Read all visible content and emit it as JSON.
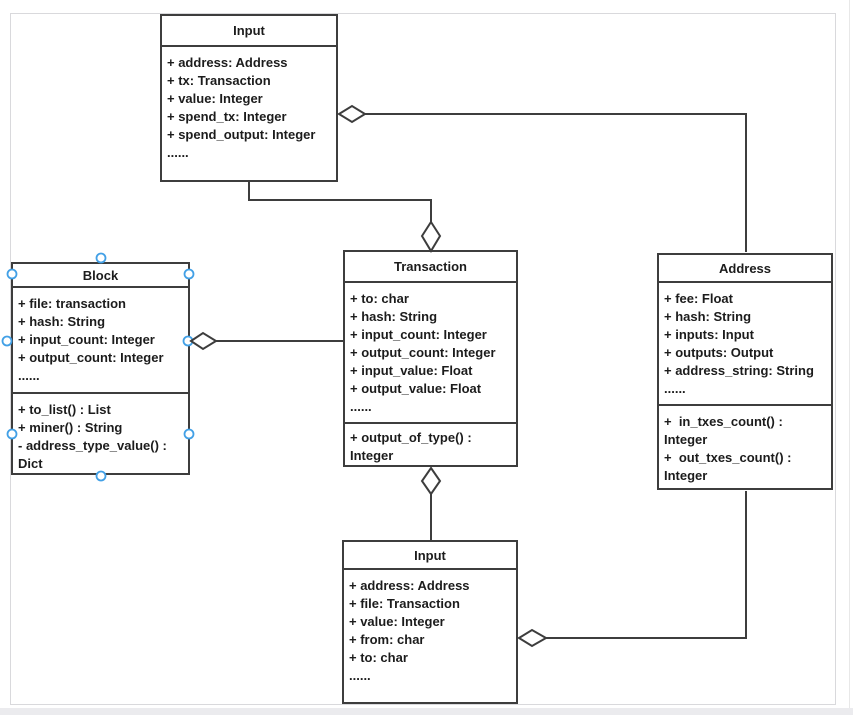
{
  "theme": {
    "stroke_color": "#3d3d3d",
    "text_color": "#1c1c1c",
    "selection_handle_color": "#42a0e6",
    "page_border_color": "#d9d9dc",
    "scrollbar_track_color": "#ebebee"
  },
  "diagram": {
    "classes": [
      {
        "id": "input-top",
        "title": "Input",
        "attributes": [
          "+ address: Address",
          "+ tx: Transaction",
          "+ value: Integer",
          "+ spend_tx: Integer",
          "+ spend_output: Integer",
          "......"
        ],
        "methods": []
      },
      {
        "id": "block",
        "title": "Block",
        "selected": true,
        "attributes": [
          "+ file: transaction",
          "+ hash: String",
          "+ input_count: Integer",
          "+ output_count: Integer",
          "......"
        ],
        "methods": [
          "+ to_list() : List",
          "+ miner() : String",
          "- address_type_value() :",
          "Dict"
        ]
      },
      {
        "id": "transaction",
        "title": "Transaction",
        "attributes": [
          "+ to: char",
          "+ hash: String",
          "+ input_count: Integer",
          "+ output_count: Integer",
          "+ input_value: Float",
          "+ output_value: Float",
          "......"
        ],
        "methods": [
          "+ output_of_type() :",
          "Integer"
        ]
      },
      {
        "id": "address",
        "title": "Address",
        "attributes": [
          "+ fee: Float",
          "+ hash: String",
          "+ inputs: Input",
          "+ outputs: Output",
          "+ address_string: String",
          "......"
        ],
        "methods": [
          "+  in_txes_count() :",
          "Integer",
          "+  out_txes_count() :",
          "Integer"
        ]
      },
      {
        "id": "input-bottom",
        "title": "Input",
        "attributes": [
          "+ address: Address",
          "+ file: Transaction",
          "+ value: Integer",
          "+ from: char",
          "+ to: char",
          "......"
        ],
        "methods": []
      }
    ],
    "relationships": [
      {
        "type": "aggregation",
        "from": "Input (top)",
        "to": "Transaction"
      },
      {
        "type": "aggregation",
        "from": "Input (top)",
        "to": "Address"
      },
      {
        "type": "aggregation",
        "from": "Block",
        "to": "Transaction"
      },
      {
        "type": "aggregation",
        "from": "Transaction",
        "to": "Input (bottom)"
      },
      {
        "type": "aggregation",
        "from": "Input (bottom)",
        "to": "Address"
      }
    ]
  }
}
